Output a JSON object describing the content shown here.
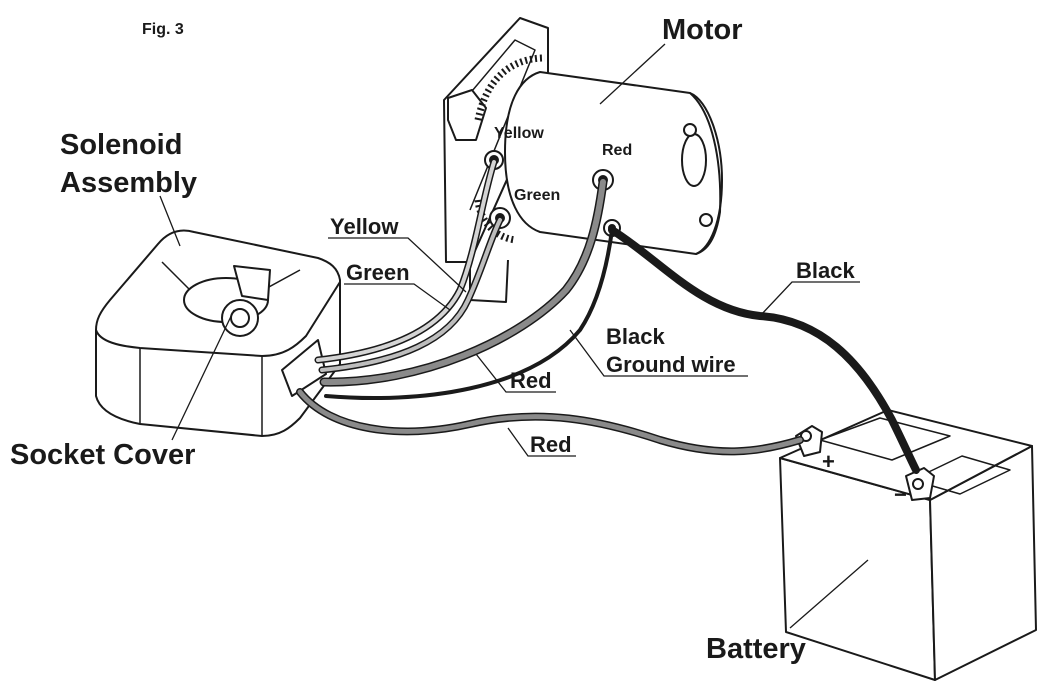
{
  "figure": {
    "number": "Fig. 3"
  },
  "components": {
    "motor": "Motor",
    "solenoid": [
      "Solenoid",
      "Assembly"
    ],
    "socket_cover": "Socket Cover",
    "battery": "Battery"
  },
  "wires": {
    "yellow": "Yellow",
    "green": "Green",
    "black_motor": "Black",
    "black_ground": [
      "Black",
      "Ground wire"
    ],
    "red_motor": "Red",
    "red_battery": "Red"
  },
  "terminals": {
    "yellow": "Yellow",
    "green": "Green",
    "red": "Red",
    "plus": "+",
    "minus": "−"
  },
  "colors": {
    "outline": "#1a1a1a",
    "red_wire": "#707070",
    "black_wire": "#1a1a1a",
    "yellow_wire": "#c4c4c4",
    "green_wire": "#b0b0b0"
  }
}
